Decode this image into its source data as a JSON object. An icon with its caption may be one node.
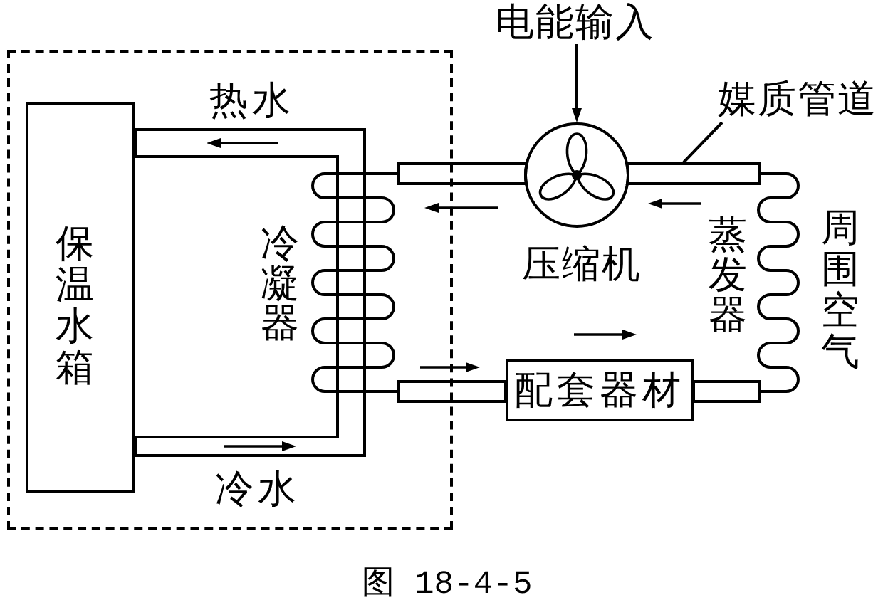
{
  "diagram": {
    "caption": "图 18-4-5",
    "nodes": [
      {
        "text": [],
        "shape": "box"
      },
      {
        "text": [
          "保温水箱"
        ],
        "in": 0
      },
      {
        "text": [
          "冷凝器"
        ],
        "in": 0
      },
      {
        "text": [
          "电能输入"
        ]
      },
      {
        "text": [
          "压缩机"
        ]
      },
      {
        "text": [
          "媒质管道"
        ]
      },
      {
        "text": [
          "蒸发器"
        ]
      },
      {
        "text": [
          "配套器材"
        ]
      }
    ],
    "edges": [
      {
        "from": 2,
        "to": 1,
        "arrow": "none",
        "label": "热水"
      },
      {
        "from": 1,
        "to": 2,
        "arrow": "none",
        "label": "冷水"
      },
      {
        "from": 3,
        "to": 4,
        "arrow": "to"
      },
      {
        "from": 4,
        "to": 2,
        "arrow": "none"
      },
      {
        "from": 2,
        "to": 7,
        "arrow": "none"
      },
      {
        "from": 7,
        "to": 6,
        "arrow": "none"
      },
      {
        "from": 6,
        "to": 4,
        "arrow": "none"
      },
      {
        "from": 5,
        "to": null,
        "arrow": "none"
      }
    ],
    "labels": [
      "周围空气"
    ]
  }
}
